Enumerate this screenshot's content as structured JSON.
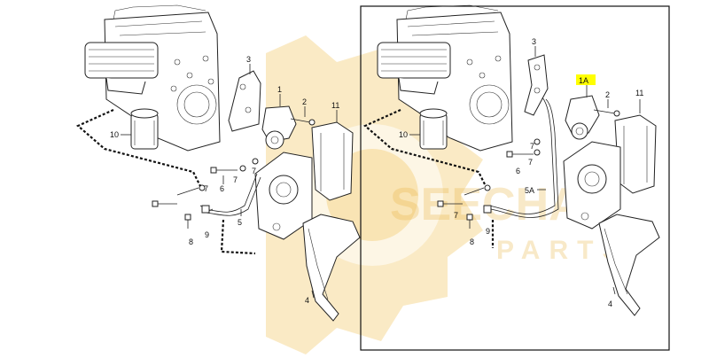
{
  "diagram": {
    "left_labels": {
      "p1": "1",
      "p2": "2",
      "p3": "3",
      "p4": "4",
      "p5": "5",
      "p6": "6",
      "p7a": "7",
      "p7b": "7",
      "p7c": "7",
      "p8": "8",
      "p9": "9",
      "p10": "10",
      "p11": "11"
    },
    "right_labels": {
      "p1A": "1A",
      "p2": "2",
      "p3": "3",
      "p4": "4",
      "p5A": "5A",
      "p6": "6",
      "p7a": "7",
      "p7b": "7",
      "p7c": "7",
      "p8": "8",
      "p9": "9",
      "p10": "10",
      "p11": "11"
    },
    "highlight_color": "#ffff00"
  },
  "watermark": {
    "line1": "SEECHA",
    "line2": "PARTS",
    "color": "#f0c35a"
  }
}
